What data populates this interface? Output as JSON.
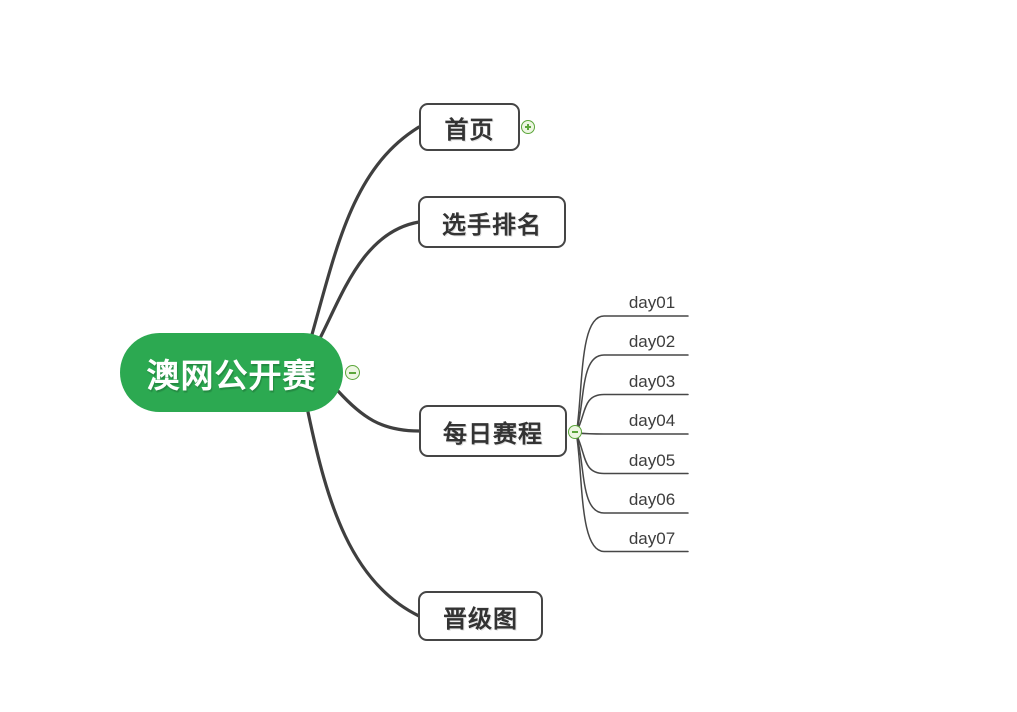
{
  "root": {
    "label": "澳网公开赛",
    "toggle": "minus"
  },
  "branches": [
    {
      "label": "首页",
      "toggle": "plus"
    },
    {
      "label": "选手排名"
    },
    {
      "label": "每日赛程",
      "toggle": "minus",
      "children": [
        {
          "label": "day01"
        },
        {
          "label": "day02"
        },
        {
          "label": "day03"
        },
        {
          "label": "day04"
        },
        {
          "label": "day05"
        },
        {
          "label": "day06"
        },
        {
          "label": "day07"
        }
      ]
    },
    {
      "label": "晋级图"
    }
  ],
  "colors": {
    "root_fill": "#2ca951",
    "root_text": "#ffffff",
    "branch_line": "#3f3f3f",
    "box_border": "#454545",
    "box_text": "#333333",
    "leaf_text": "#3d3d3d",
    "toggle_green": "#5ca63b",
    "canvas_background": "#ffffff"
  }
}
